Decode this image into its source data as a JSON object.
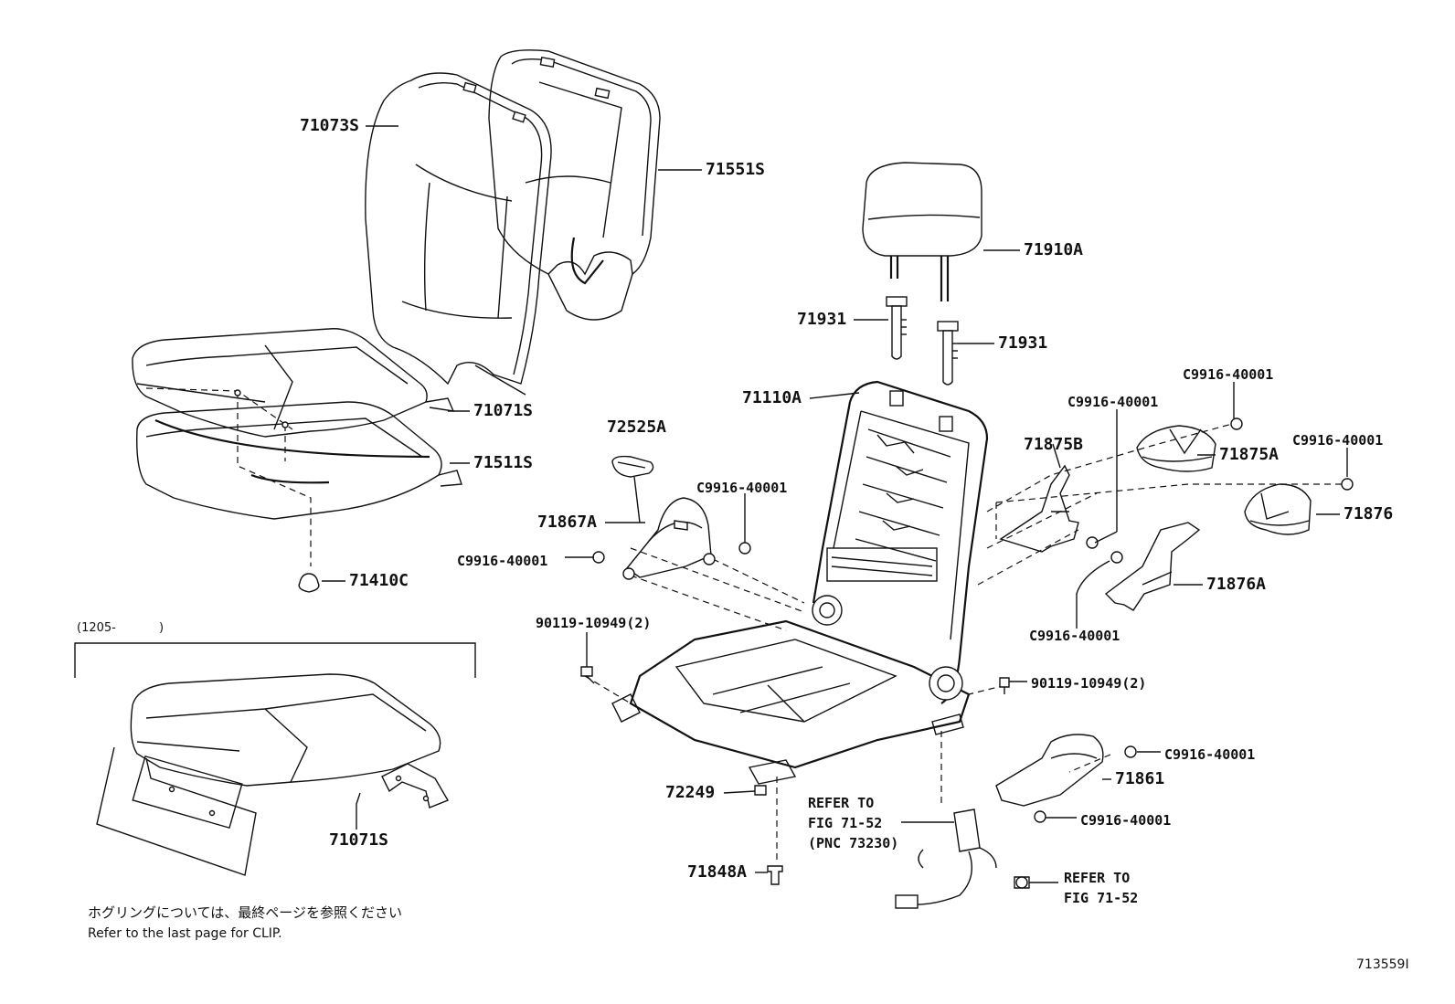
{
  "callouts": {
    "p71073S": "71073S",
    "p71551S": "71551S",
    "p71071S_a": "71071S",
    "p71511S": "71511S",
    "p71410C": "71410C",
    "p71910A": "71910A",
    "p71931_a": "71931",
    "p71931_b": "71931",
    "p71110A": "71110A",
    "p72525A": "72525A",
    "p71867A": "71867A",
    "p71875B": "71875B",
    "p71875A": "71875A",
    "p71876": "71876",
    "p71876A": "71876A",
    "p71861": "71861",
    "p72249": "72249",
    "p71848A": "71848A",
    "p71071S_b": "71071S",
    "c9916_1": "C9916-40001",
    "c9916_2": "C9916-40001",
    "c9916_3": "C9916-40001",
    "c9916_4": "C9916-40001",
    "c9916_5": "C9916-40001",
    "c9916_6": "C9916-40001",
    "c9916_7": "C9916-40001",
    "c9916_8": "C9916-40001",
    "b90119_a": "90119-10949(2)",
    "b90119_b": "90119-10949(2)"
  },
  "refer_1": {
    "line1": "REFER TO",
    "line2": "FIG 71-52",
    "line3": "(PNC 73230)"
  },
  "refer_2": {
    "line1": "REFER TO",
    "line2": "FIG 71-52"
  },
  "variant_note": {
    "open": "(1205-",
    "close": ")"
  },
  "clip_note": {
    "japanese": "ホグリングについては、最終ページを参照ください",
    "english": "Refer to the last page for CLIP."
  },
  "figure_id": "713559I"
}
